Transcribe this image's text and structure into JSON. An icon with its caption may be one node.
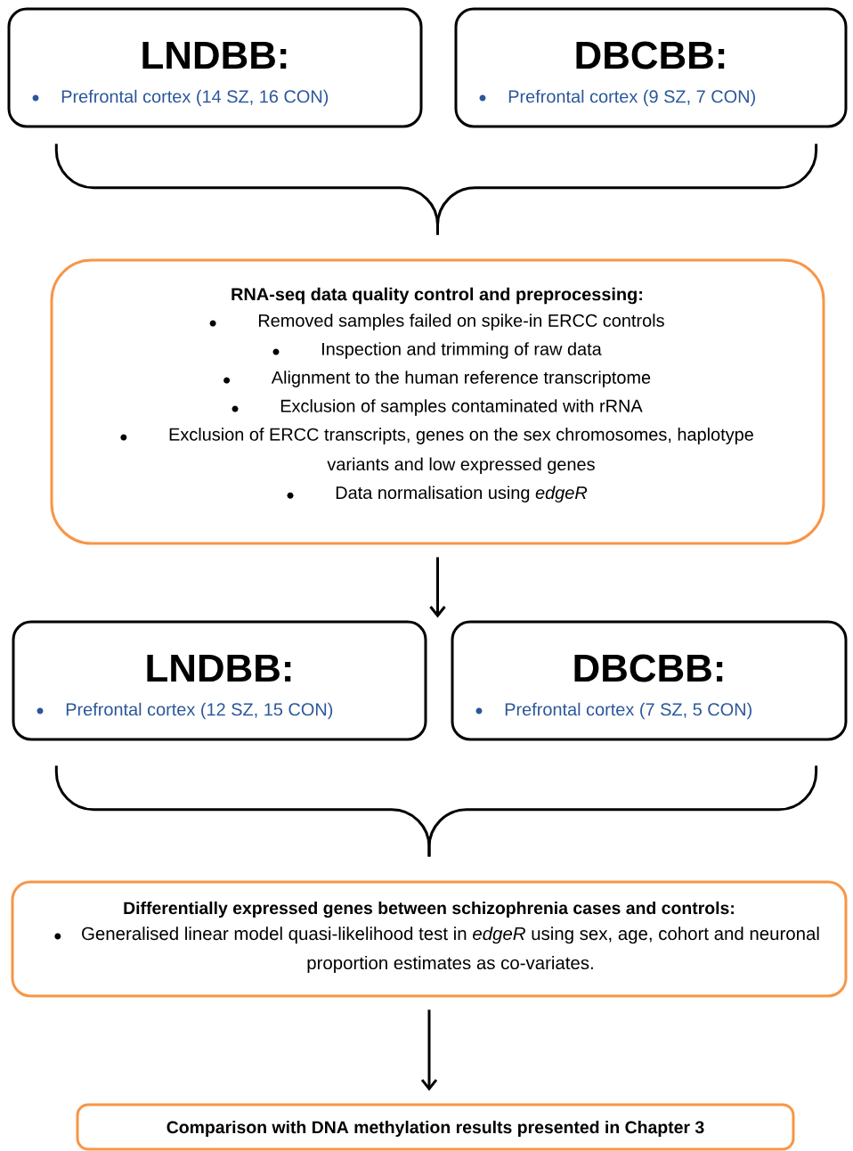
{
  "diagram": {
    "nodes": [
      {
        "text": [
          "LNDBB:",
          "Prefrontal cortex (14 SZ, 16 CON)"
        ]
      },
      {
        "text": [
          "DBCBB:",
          "Prefrontal cortex (9 SZ, 7 CON)"
        ]
      },
      {
        "text": [
          "RNA-seq data quality control and preprocessing:",
          "Removed samples failed on spike-in ERCC controls",
          "Inspection and trimming of raw data",
          "Alignment to the human reference transcriptome",
          "Exclusion of samples contaminated with rRNA",
          "Exclusion of ERCC transcripts, genes on the sex chromosomes, haplotype variants and low expressed genes",
          "Data normalisation using *edgeR*"
        ]
      },
      {
        "text": [
          "LNDBB:",
          "Prefrontal cortex (12 SZ, 15 CON)"
        ]
      },
      {
        "text": [
          "DBCBB:",
          "Prefrontal cortex (7 SZ, 5 CON)"
        ]
      },
      {
        "text": [
          "Differentially expressed genes between schizophrenia cases and controls:",
          "Generalised linear model quasi-likelihood test in *edgeR* using sex, age, cohort and neuronal proportion estimates as co-variates."
        ]
      },
      {
        "text": [
          "Comparison with DNA methylation results presented in Chapter 3"
        ]
      }
    ],
    "edges": [
      {
        "from": 0,
        "to": 2,
        "arrow": "none"
      },
      {
        "from": 1,
        "to": 2,
        "arrow": "none"
      },
      {
        "from": 2,
        "to": null,
        "arrow": "to"
      },
      {
        "from": 3,
        "to": 5,
        "arrow": "none"
      },
      {
        "from": 4,
        "to": 5,
        "arrow": "none"
      },
      {
        "from": 5,
        "to": 6,
        "arrow": "to"
      }
    ]
  }
}
